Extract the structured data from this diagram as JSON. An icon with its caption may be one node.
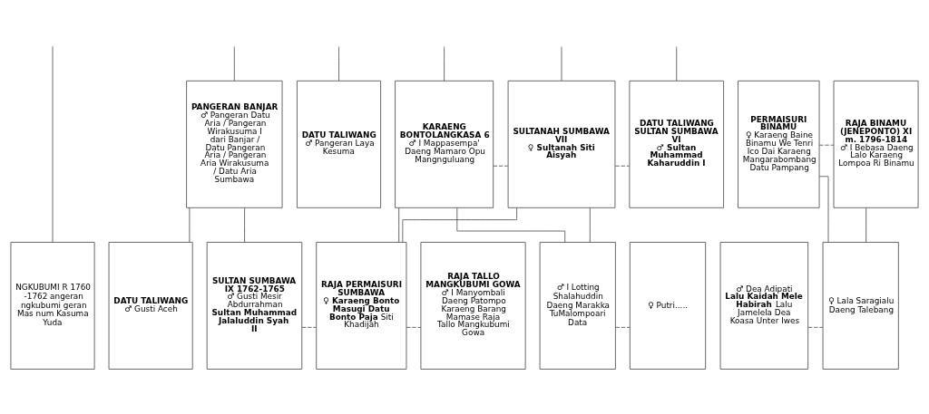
{
  "diagram": {
    "nodes": [
      {
        "text": [
          "PANGERAN BANJAR",
          "♂ Pangeran Datu Aria / Pangeran Wirakusuma I dari Banjar / Datu Pangeran Aria / Pangeran Aria Wirakusuma / Datu Aria Sumbawa"
        ]
      },
      {
        "text": [
          "DATU TALIWANG",
          "♂ Pangeran Laya Kesuma"
        ]
      },
      {
        "text": [
          "KARAENG BONTOLANGKASA 6",
          "♂ I Mappasempa' Daeng Mamaro Opu Mangnguluang"
        ]
      },
      {
        "text": [
          "SULTANAH SUMBAWA VII",
          "♀ **Sultanah Siti Aisyah**"
        ]
      },
      {
        "text": [
          "DATU TALIWANG SULTAN SUMBAWA VI",
          "♂ **Sultan Muhammad Kaharuddin I**"
        ]
      },
      {
        "text": [
          "PERMAISURI BINAMU",
          "♀ Karaeng Baine Binamu We Tenri Ico Dai Karaeng Mangarabombang Datu Pampang"
        ]
      },
      {
        "text": [
          "RAJA BINAMU (JENEPONTO) XI m. 1796-1814",
          "♂ I Bebasa Daeng Lalo Karaeng Lompoa Ri Binamu"
        ]
      },
      {
        "text": [
          "NGKUBUMI R 1760 -1762 angeran ngkubumi geran Mas num Kasuma Yuda"
        ]
      },
      {
        "text": [
          "DATU TALIWANG",
          "♂ Gusti Aceh"
        ]
      },
      {
        "text": [
          "SULTAN SUMBAWA IX 1762-1765",
          "♂ Gusti Mesir Abdurrahman **Sultan Muhammad Jalaluddin Syah II**"
        ]
      },
      {
        "text": [
          "RAJA PERMAISURI SUMBAWA",
          "♀ **Karaeng Bonto Masugi Datu Bonto Paja** Siti Khadijah"
        ]
      },
      {
        "text": [
          "RAJA TALLO MANGKUBUMI GOWA",
          "♂ I Manyombali Daeng Patompo Karaeng Barang Mamase Raja Tallo Mangkubumi Gowa"
        ]
      },
      {
        "text": [
          "♂ I Lotting Shalahuddin Daeng Marakka TuMalompoari Data"
        ]
      },
      {
        "text": [
          "♀ Putri....."
        ]
      },
      {
        "text": [
          "♂ Dea Adipati **Lalu Kaidah Mele Habirah** Lalu Jamelela Dea Koasa Unter Iwes"
        ]
      },
      {
        "text": [
          "♀ Lala Saragialu Daeng Talebang"
        ]
      }
    ],
    "edges": [
      {
        "from": 2,
        "to": 3,
        "arrow": "none",
        "style": "dashed"
      },
      {
        "from": 3,
        "to": 4,
        "arrow": "none",
        "style": "dashed"
      },
      {
        "from": 5,
        "to": 6,
        "arrow": "none",
        "style": "dashed"
      },
      {
        "from": 9,
        "to": 10,
        "arrow": "none",
        "style": "dashed"
      },
      {
        "from": 10,
        "to": 11,
        "arrow": "none",
        "style": "dashed"
      },
      {
        "from": 12,
        "to": 13,
        "arrow": "none",
        "style": "dashed"
      },
      {
        "from": 14,
        "to": 15,
        "arrow": "none",
        "style": "dashed"
      },
      {
        "from": 0,
        "to": 8,
        "arrow": "none"
      },
      {
        "from": 0,
        "to": 9,
        "arrow": "none"
      },
      {
        "from": 2,
        "to": 10,
        "arrow": "none"
      },
      {
        "from": 3,
        "to": 10,
        "arrow": "none"
      },
      {
        "from": 2,
        "to": 12,
        "arrow": "none"
      },
      {
        "from": 3,
        "to": 12,
        "arrow": "none"
      },
      {
        "from": 5,
        "to": 15,
        "arrow": "none"
      },
      {
        "from": 6,
        "to": 15,
        "arrow": "none"
      },
      {
        "from": null,
        "to": 0,
        "arrow": "none"
      },
      {
        "from": null,
        "to": 1,
        "arrow": "none"
      },
      {
        "from": null,
        "to": 2,
        "arrow": "none"
      },
      {
        "from": null,
        "to": 3,
        "arrow": "none"
      },
      {
        "from": null,
        "to": 4,
        "arrow": "none"
      },
      {
        "from": null,
        "to": 7,
        "arrow": "none"
      }
    ]
  }
}
